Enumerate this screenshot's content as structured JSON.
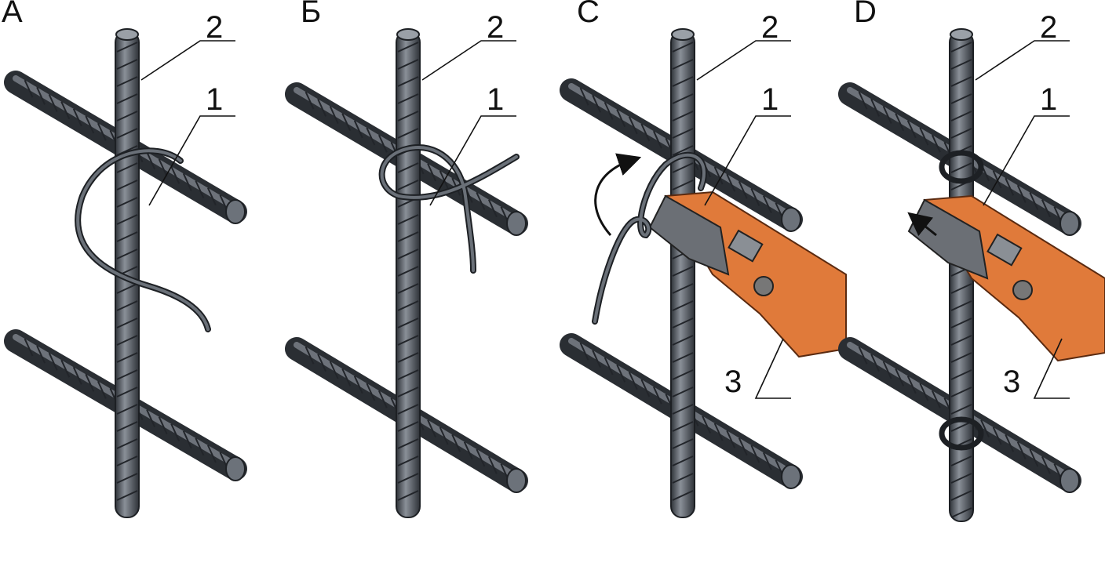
{
  "panels": [
    {
      "letter": "А",
      "callouts": {
        "rebar": "2",
        "wire": "1"
      }
    },
    {
      "letter": "Б",
      "callouts": {
        "rebar": "2",
        "wire": "1"
      }
    },
    {
      "letter": "С",
      "callouts": {
        "rebar": "2",
        "wire": "1",
        "tool": "3"
      }
    },
    {
      "letter": "D",
      "callouts": {
        "rebar": "2",
        "wire": "1",
        "tool": "3"
      }
    }
  ],
  "colors": {
    "rebar": "#4a4f57",
    "rebar_highlight": "#8a9098",
    "wire": "#3c4046",
    "tool": "#e07a3a",
    "tool_jaw": "#6b6f75"
  }
}
